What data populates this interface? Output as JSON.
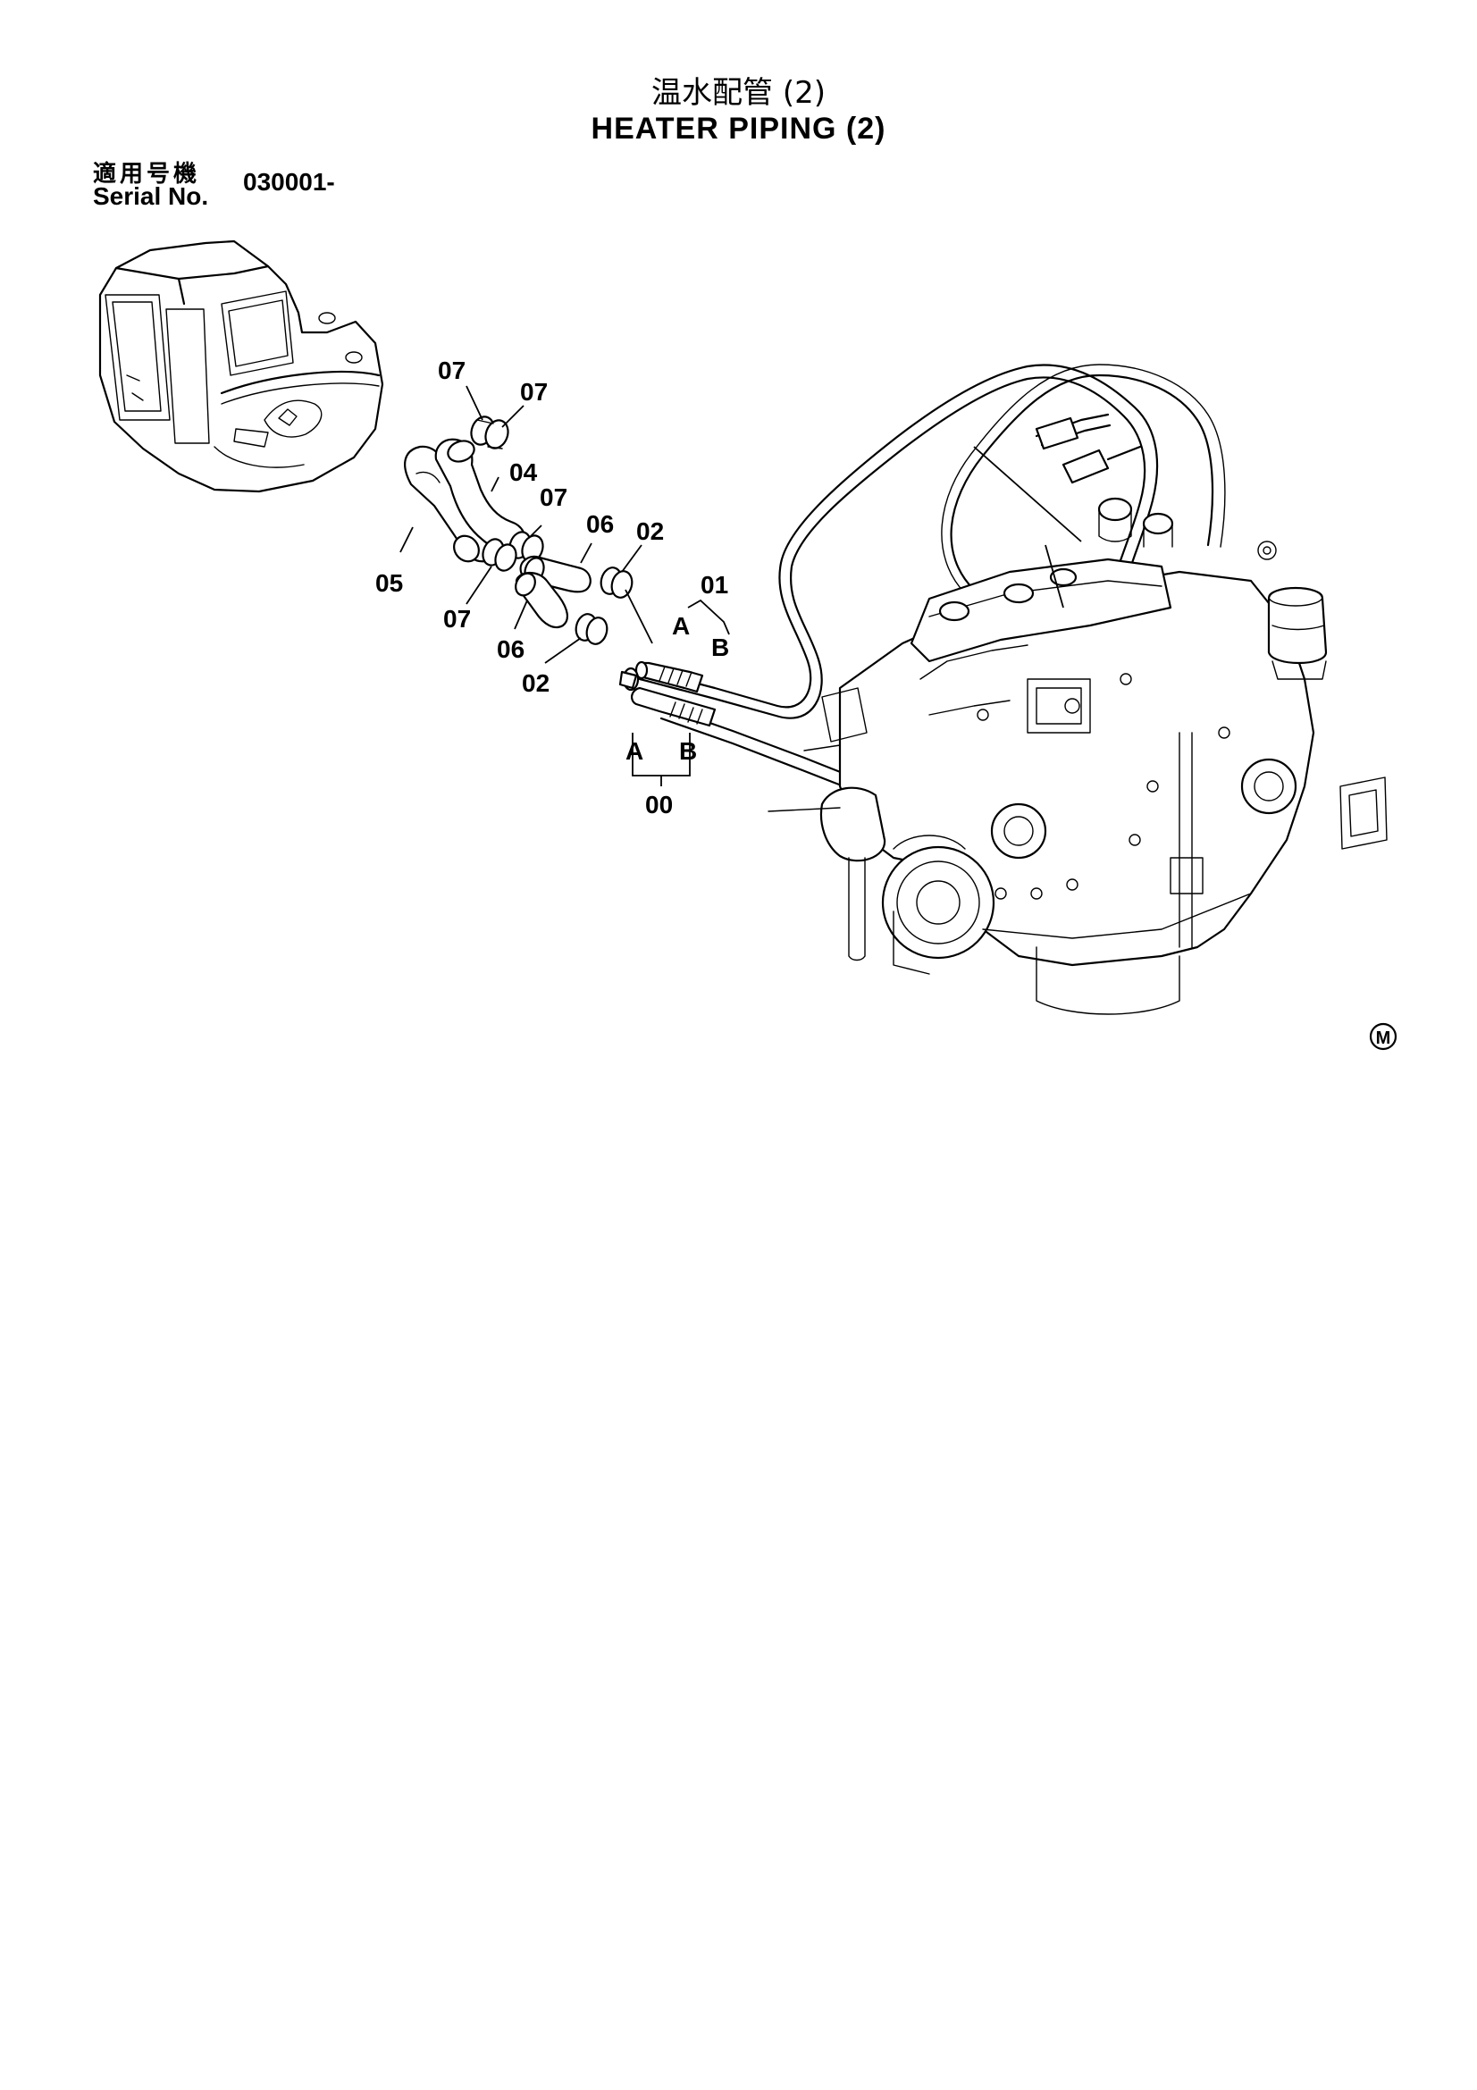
{
  "header": {
    "title_jp": "温水配管 (2)",
    "title_en": "HEATER PIPING (2)",
    "serial_label_jp": "適用号機",
    "serial_label_en": "Serial No.",
    "serial_value": "030001-"
  },
  "callouts": {
    "c07a": "07",
    "c07b": "07",
    "c04": "04",
    "c07c": "07",
    "c06a": "06",
    "c02a": "02",
    "c05": "05",
    "c07d": "07",
    "c06b": "06",
    "c02b": "02",
    "c01": "01",
    "c01_a": "A",
    "c01_b": "B",
    "c00": "00",
    "c00_a": "A",
    "c00_b": "B"
  },
  "mark": {
    "symbol": "M"
  }
}
